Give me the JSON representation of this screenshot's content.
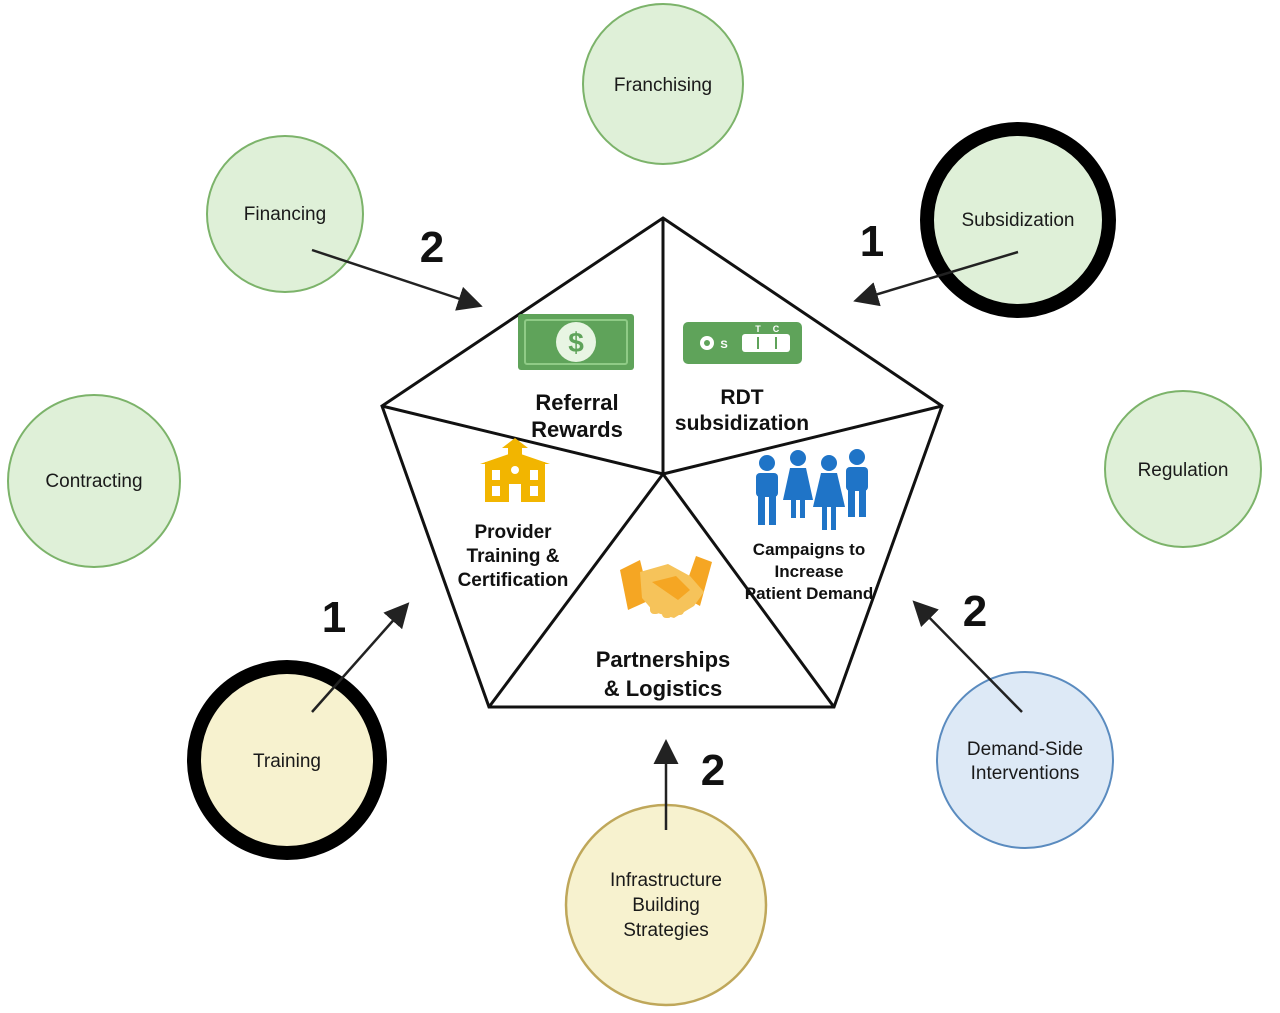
{
  "colors": {
    "green_fill": "#dff0d8",
    "green_stroke": "#7cb36a",
    "yellow_fill": "#f7f2cf",
    "yellow_stroke": "#bfa75a",
    "blue_fill": "#dde9f6",
    "blue_stroke": "#5a8bbf",
    "thick_stroke": "#000000",
    "money_green": "#5fa35a",
    "people_blue": "#1f74c7",
    "gold": "#f2b500"
  },
  "nodes": {
    "franchising": {
      "label": "Franchising"
    },
    "financing": {
      "label": "Financing"
    },
    "subsidization": {
      "label": "Subsidization"
    },
    "contracting": {
      "label": "Contracting"
    },
    "regulation": {
      "label": "Regulation"
    },
    "training": {
      "label": "Training"
    },
    "demand_side": {
      "lines": [
        "Demand-Side",
        "Interventions"
      ]
    },
    "infrastructure": {
      "lines": [
        "Infrastructure",
        "Building",
        "Strategies"
      ]
    }
  },
  "segments": {
    "referral_rewards": {
      "lines": [
        "Referral",
        "Rewards"
      ],
      "icon": "dollar-bill-icon"
    },
    "rdt_subsidization": {
      "lines": [
        "RDT",
        "subsidization"
      ],
      "icon": "rapid-test-icon",
      "test_letters": [
        "S",
        "T",
        "C"
      ]
    },
    "provider_training": {
      "lines": [
        "Provider",
        "Training &",
        "Certification"
      ],
      "icon": "school-building-icon"
    },
    "campaigns": {
      "lines": [
        "Campaigns to",
        "Increase",
        "Patient Demand"
      ],
      "icon": "people-group-icon"
    },
    "partnerships": {
      "lines": [
        "Partnerships",
        "& Logistics"
      ],
      "icon": "handshake-icon"
    }
  },
  "arrow_numbers": {
    "financing": "2",
    "subsidization": "1",
    "training": "1",
    "demand_side": "2",
    "infrastructure": "2"
  }
}
